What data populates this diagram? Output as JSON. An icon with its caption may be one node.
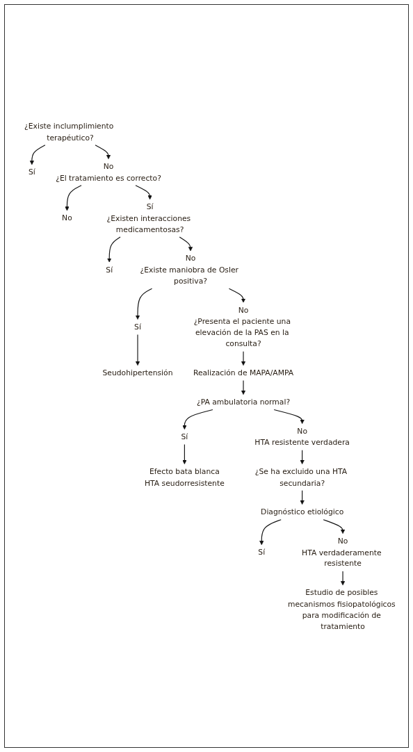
{
  "diagram": {
    "nodes": [
      {
        "text": [
          "¿Existe inclumplimiento terapéutico?"
        ]
      },
      {
        "text": [
          "Sí"
        ]
      },
      {
        "text": [
          "No",
          "¿El tratamiento es correcto?"
        ]
      },
      {
        "text": [
          "No"
        ]
      },
      {
        "text": [
          "Sí",
          "¿Existen interacciones medicamentosas?"
        ]
      },
      {
        "text": [
          "Sí"
        ]
      },
      {
        "text": [
          "No",
          "¿Existe maniobra de Osler positiva?"
        ]
      },
      {
        "text": [
          "Sí"
        ]
      },
      {
        "text": [
          "Seudohipertensión"
        ]
      },
      {
        "text": [
          "No",
          "¿Presenta el paciente una elevación de la PAS en la consulta?"
        ]
      },
      {
        "text": [
          "Realización de MAPA/AMPA"
        ]
      },
      {
        "text": [
          "¿PA ambulatoria normal?"
        ]
      },
      {
        "text": [
          "Sí"
        ]
      },
      {
        "text": [
          "Efecto bata blanca",
          "HTA seudorresistente"
        ]
      },
      {
        "text": [
          "No",
          "HTA resistente verdadera"
        ]
      },
      {
        "text": [
          "¿Se ha excluido una HTA secundaria?"
        ]
      },
      {
        "text": [
          "Diagnóstico etiológico"
        ]
      },
      {
        "text": [
          "Sí"
        ]
      },
      {
        "text": [
          "No",
          "HTA verdaderamente resistente"
        ]
      },
      {
        "text": [
          "Estudio de posibles mecanismos fisiopatológicos para modificación de tratamiento"
        ]
      }
    ],
    "edges": [
      {
        "from": 0,
        "to": 1,
        "arrow": "to"
      },
      {
        "from": 0,
        "to": 2,
        "arrow": "to"
      },
      {
        "from": 2,
        "to": 3,
        "arrow": "to"
      },
      {
        "from": 2,
        "to": 4,
        "arrow": "to"
      },
      {
        "from": 4,
        "to": 5,
        "arrow": "to"
      },
      {
        "from": 4,
        "to": 6,
        "arrow": "to"
      },
      {
        "from": 6,
        "to": 7,
        "arrow": "to"
      },
      {
        "from": 7,
        "to": 8,
        "arrow": "to"
      },
      {
        "from": 6,
        "to": 9,
        "arrow": "to"
      },
      {
        "from": 9,
        "to": 10,
        "arrow": "to"
      },
      {
        "from": 10,
        "to": 11,
        "arrow": "to"
      },
      {
        "from": 11,
        "to": 12,
        "arrow": "to"
      },
      {
        "from": 12,
        "to": 13,
        "arrow": "to"
      },
      {
        "from": 11,
        "to": 14,
        "arrow": "to"
      },
      {
        "from": 14,
        "to": 15,
        "arrow": "to"
      },
      {
        "from": 15,
        "to": 16,
        "arrow": "to"
      },
      {
        "from": 16,
        "to": 17,
        "arrow": "to"
      },
      {
        "from": 16,
        "to": 18,
        "arrow": "to"
      },
      {
        "from": 18,
        "to": 19,
        "arrow": "to"
      }
    ]
  }
}
